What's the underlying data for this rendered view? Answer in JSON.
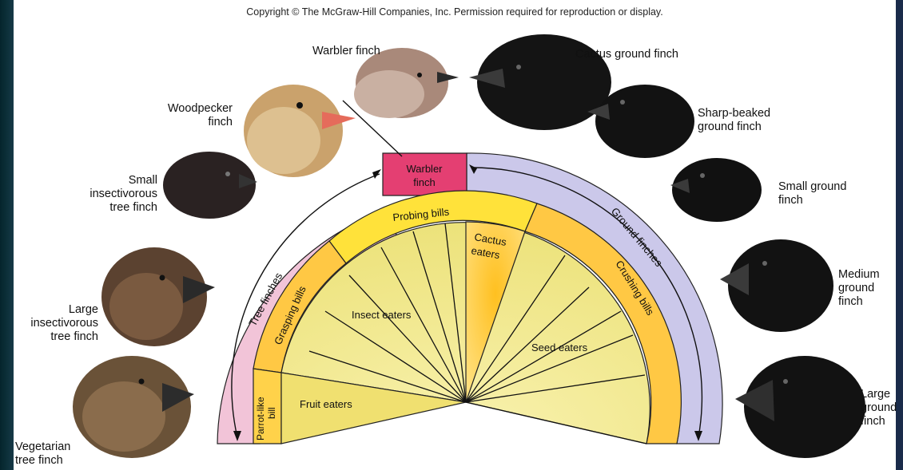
{
  "copyright": "Copyright © The McGraw-Hill Companies, Inc. Permission required for reproduction or display.",
  "birds": {
    "warbler": "Warbler finch",
    "cactus_ground": "Cactus ground finch",
    "woodpecker": "Woodpecker\nfinch",
    "sharp_beaked": "Sharp-beaked\nground finch",
    "small_insectivorous": "Small\ninsectivorous\ntree finch",
    "small_ground": "Small ground\nfinch",
    "large_insectivorous": "Large\ninsectivorous\ntree finch",
    "medium_ground": "Medium\nground\nfinch",
    "vegetarian": "Vegetarian\ntree finch",
    "large_ground": "Large\nground\nfinch"
  },
  "wheel": {
    "tree_finches": "Tree finches",
    "ground_finches": "Ground finches",
    "warbler_line1": "Warbler",
    "warbler_line2": "finch",
    "probing_bills": "Probing bills",
    "grasping_bills": "Grasping bills",
    "crushing_bills": "Crushing bills",
    "parrot_line1": "Parrot-like",
    "parrot_line2": "bill",
    "cactus_line1": "Cactus",
    "cactus_line2": "eaters",
    "insect_eaters": "Insect eaters",
    "seed_eaters": "Seed eaters",
    "fruit_eaters": "Fruit eaters"
  },
  "colors": {
    "tree_band": "#f2c4d8",
    "ground_band": "#cbc8ea",
    "warbler_box": "#e43f72",
    "bill_band": "#ffe23a",
    "bill_band_side": "#ffc844",
    "inner": "#f7ee9a"
  }
}
